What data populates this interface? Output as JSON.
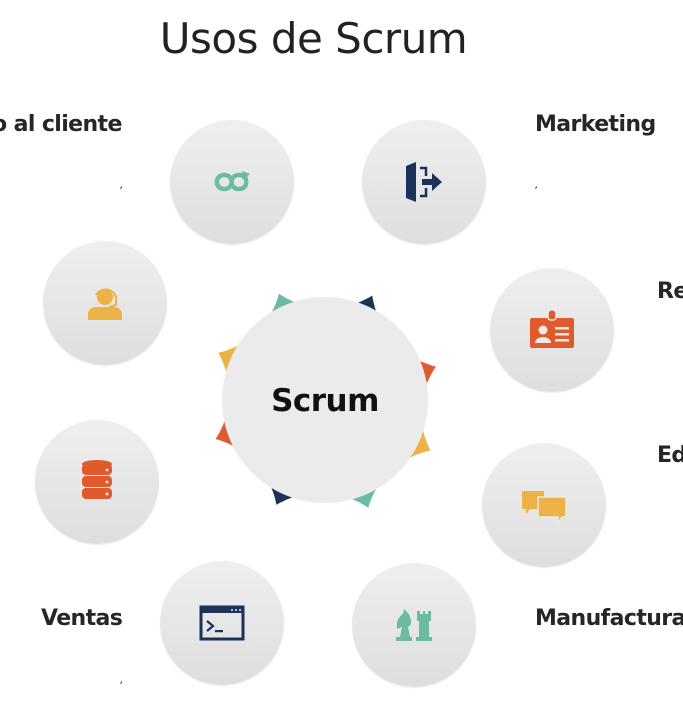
{
  "title": "Usos de Scrum",
  "center": {
    "label": "Scrum"
  },
  "colors": {
    "green": "#6bbaa3",
    "navy": "#1b3358",
    "yellow": "#ecb245",
    "orange": "#e05a2e",
    "circle_fill": "#ebebeb",
    "text": "#262626"
  },
  "items": [
    {
      "label": "o al cliente",
      "icon": "infinity-icon",
      "color": "green",
      "mark": ","
    },
    {
      "label": "Marketing",
      "icon": "exit-door-icon",
      "color": "navy",
      "mark": ","
    },
    {
      "label": "",
      "icon": "headset-support-icon",
      "color": "yellow"
    },
    {
      "label": "Re",
      "icon": "id-badge-icon",
      "color": "orange"
    },
    {
      "label": "",
      "icon": "database-icon",
      "color": "orange"
    },
    {
      "label": "Ed",
      "icon": "chat-bubbles-icon",
      "color": "yellow"
    },
    {
      "label": "Ventas",
      "icon": "terminal-window-icon",
      "color": "navy",
      "mark": ","
    },
    {
      "label": "Manufactura",
      "icon": "chess-pieces-icon",
      "color": "green"
    }
  ]
}
